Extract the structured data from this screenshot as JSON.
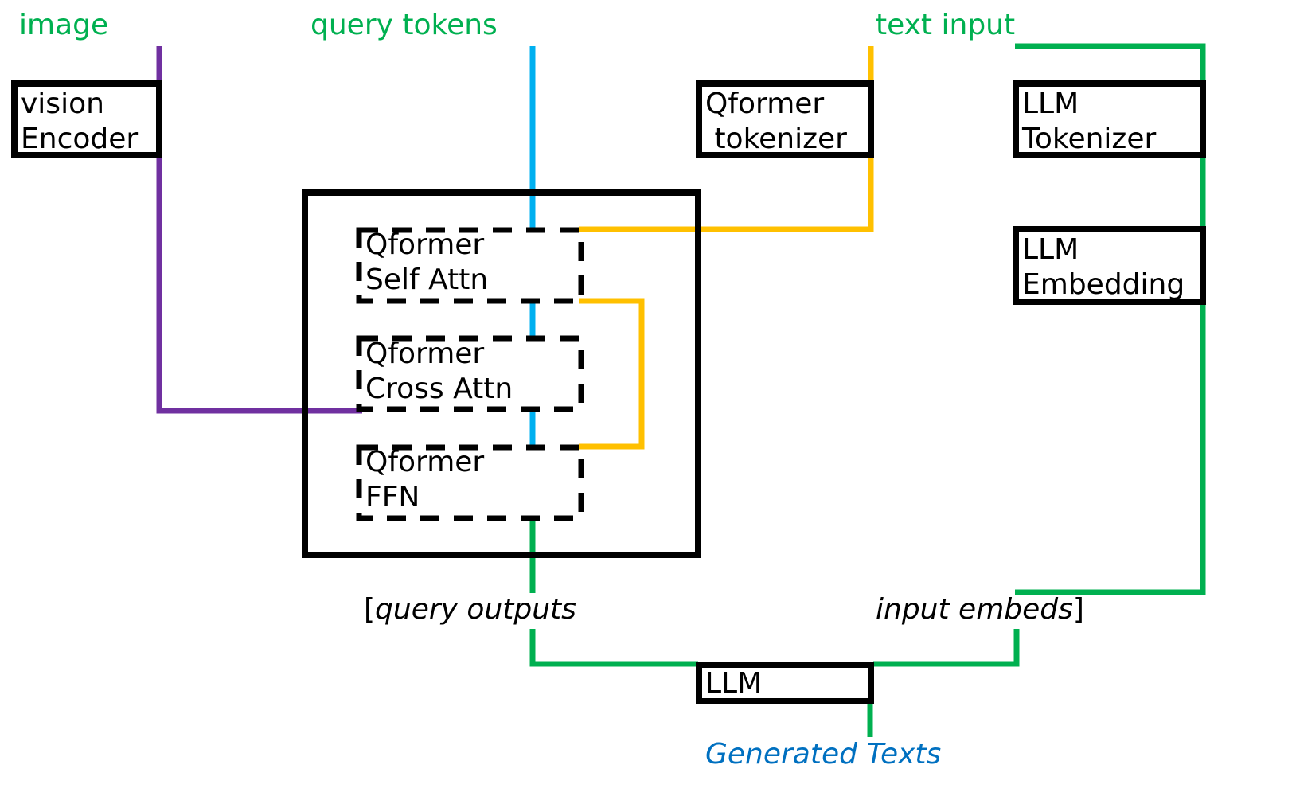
{
  "inputs": {
    "image": "image",
    "query_tokens": "query tokens",
    "text_input": "text input"
  },
  "blocks": {
    "vision_encoder": [
      "vision",
      "Encoder"
    ],
    "qformer_tokenizer": [
      "Qformer",
      " tokenizer"
    ],
    "llm_tokenizer": [
      "LLM",
      "Tokenizer"
    ],
    "llm_embedding": [
      "LLM",
      "Embedding"
    ],
    "qformer_self_attn": [
      "Qformer",
      "Self Attn"
    ],
    "qformer_cross_attn": [
      "Qformer",
      "Cross Attn"
    ],
    "qformer_ffn": [
      "Qformer",
      "FFN"
    ],
    "llm": "LLM"
  },
  "concat": {
    "open_bracket": "[",
    "query_outputs": "query outputs",
    "input_embeds": "input embeds",
    "close_bracket": "]"
  },
  "output": {
    "generated_texts": "Generated Texts"
  },
  "colors": {
    "image_path": "#7030a0",
    "query_path": "#00b0f0",
    "qformer_text_path": "#ffc000",
    "llm_path": "#00b050",
    "input_label": "#00b050",
    "output_label": "#0070c0",
    "box_border": "#000000"
  }
}
